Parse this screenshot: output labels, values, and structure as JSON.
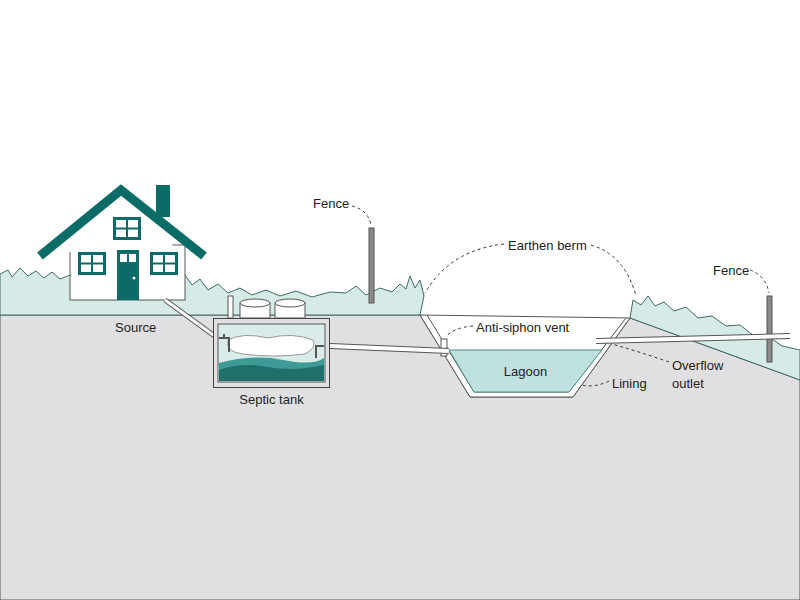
{
  "diagram": {
    "nodes": [
      {
        "text": [
          "Septic tank"
        ]
      },
      {
        "text": [
          "Lagoon"
        ]
      }
    ],
    "edges": [
      {
        "from": 0,
        "to": 1,
        "arrow": "none"
      }
    ],
    "labels": [
      "Fence",
      "Earthen berm",
      "Fence",
      "Source",
      "Anti-siphon vent",
      "Lining",
      "Overflow outlet"
    ]
  }
}
